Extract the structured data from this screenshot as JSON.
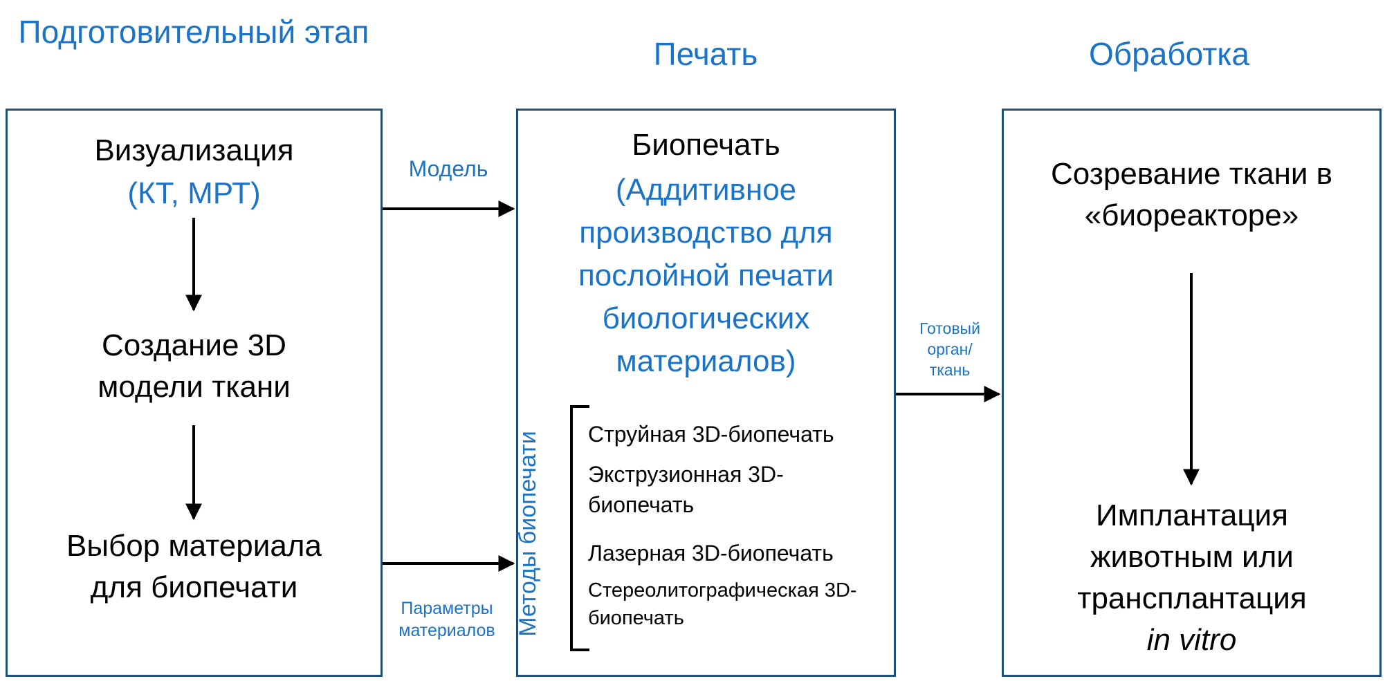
{
  "stages": {
    "prep": "Подготовительный этап",
    "print": "Печать",
    "process": "Обработка"
  },
  "prep_box": {
    "visualization": "Визуализация",
    "visualization_methods": "(КТ, МРТ)",
    "model_creation": "Создание 3D модели ткани",
    "material_choice": "Выбор материала для биопечати"
  },
  "print_box": {
    "title": "Биопечать",
    "subtitle": "(Аддитивное производство для послойной печати биологических материалов)",
    "methods_label": "Методы биопечати",
    "methods": [
      "Струйная 3D-биопечать",
      "Экструзионная 3D-биопечать",
      "Лазерная 3D-биопечать",
      "Стереолитографическая 3D-биопечать"
    ]
  },
  "process_box": {
    "maturation": "Созревание ткани в «биореакторе»",
    "implantation": "Имплантация животным или трансплантация",
    "in_vitro": "in vitro"
  },
  "connectors": {
    "model": "Модель",
    "material_params": "Параметры материалов",
    "finished_organ": "Готовый орган/ ткань"
  },
  "colors": {
    "accent": "#1a73c6",
    "border": "#1f4f78",
    "text": "#000000"
  }
}
